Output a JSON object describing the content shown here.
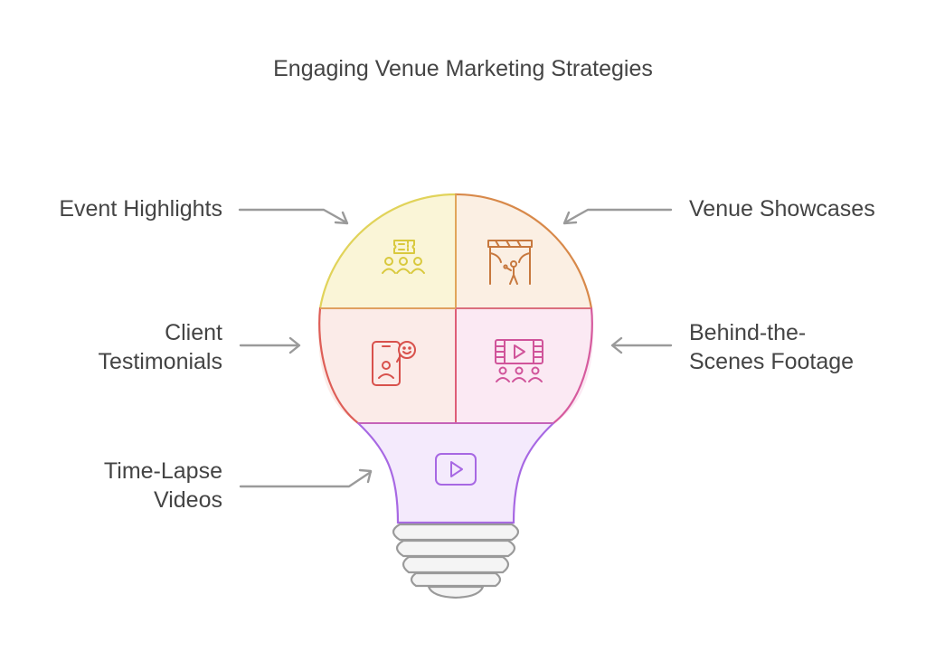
{
  "title": "Engaging Venue Marketing Strategies",
  "segments": {
    "event_highlights": {
      "lines": [
        "Event Highlights"
      ],
      "icon": "ticket-audience-icon",
      "fill": "#FAF5D7",
      "stroke": "#E1D35A"
    },
    "venue_showcases": {
      "lines": [
        "Venue Showcases"
      ],
      "icon": "stage-performer-icon",
      "fill": "#FBEFE3",
      "stroke": "#D8894A"
    },
    "client_testimonials": {
      "lines": [
        "Client",
        "Testimonials"
      ],
      "icon": "phone-smiley-icon",
      "fill": "#FBEBE8",
      "stroke": "#DE5E57"
    },
    "behind_the_scenes": {
      "lines": [
        "Behind-the-",
        "Scenes Footage"
      ],
      "icon": "film-strip-audience-icon",
      "fill": "#FBE9F3",
      "stroke": "#D65B9E"
    },
    "time_lapse": {
      "lines": [
        "Time-Lapse",
        "Videos"
      ],
      "icon": "play-button-icon",
      "fill": "#F4EAFC",
      "stroke": "#A768E3"
    }
  },
  "colors": {
    "arrow": "#9A9A9A",
    "text": "#444444",
    "base_fill": "#F4F4F4",
    "base_stroke": "#9A9A9A"
  }
}
